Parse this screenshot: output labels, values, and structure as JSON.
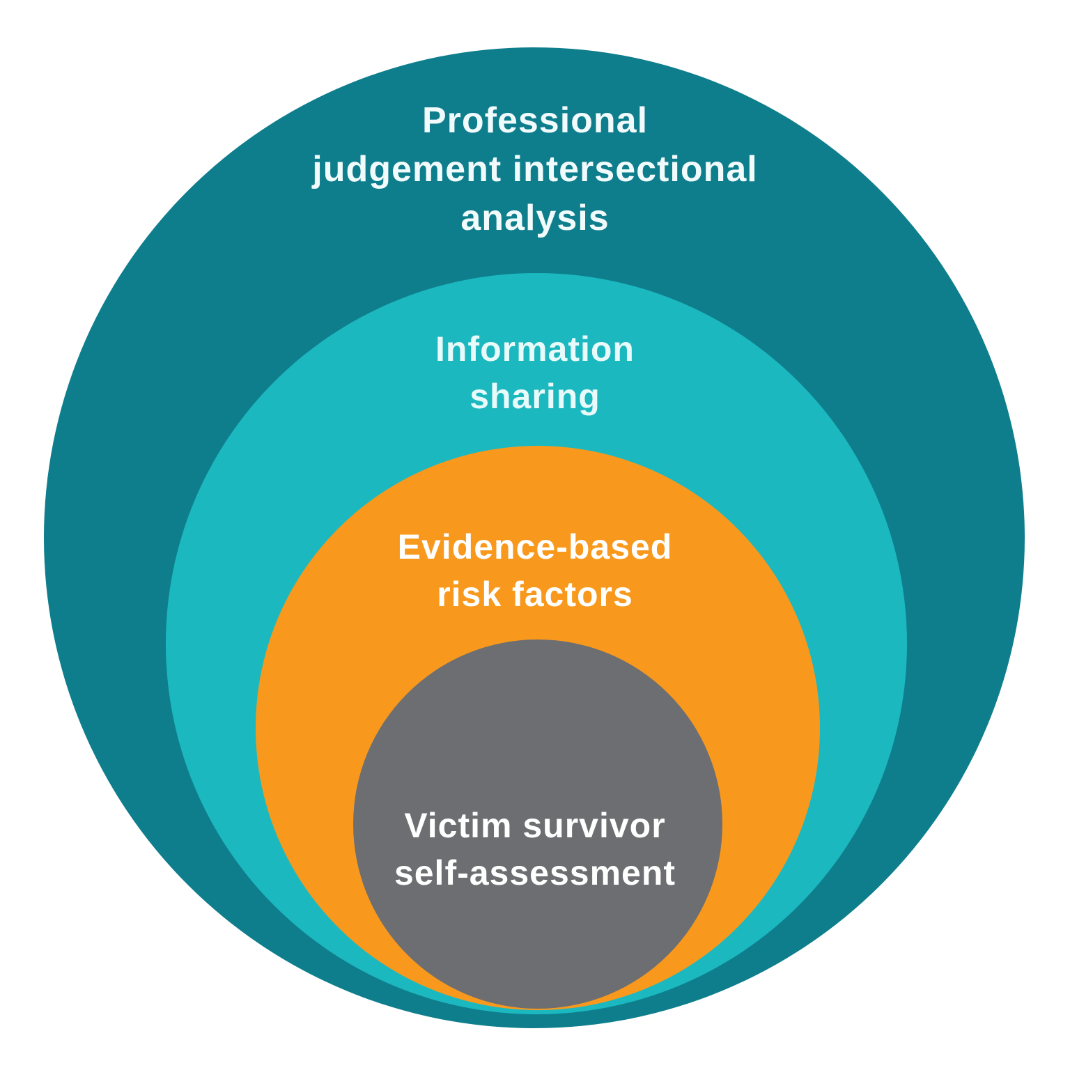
{
  "diagram": {
    "type": "nested-circles",
    "layers": [
      {
        "id": "professional-judgement",
        "label": "Professional\njudgement intersectional\nanalysis",
        "color": "#0e7e8d",
        "text_color": "#f2fbfc"
      },
      {
        "id": "information-sharing",
        "label": "Information\nsharing",
        "color": "#1cb8bf",
        "text_color": "#e8fafa"
      },
      {
        "id": "evidence-based-risk-factors",
        "label": "Evidence-based\nrisk factors",
        "color": "#f8991d",
        "text_color": "#ffffff"
      },
      {
        "id": "victim-survivor-self-assessment",
        "label": "Victim survivor\nself-assessment",
        "color": "#6d6e71",
        "text_color": "#ffffff"
      }
    ]
  }
}
